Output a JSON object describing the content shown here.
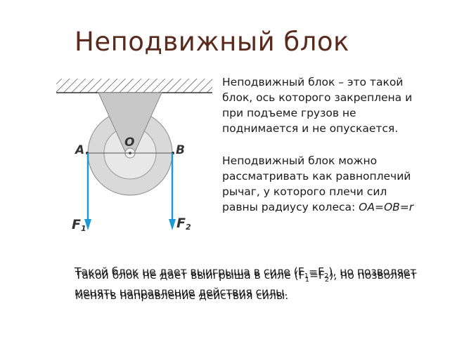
{
  "slide": {
    "title": "Неподвижный блок"
  },
  "diagram": {
    "label_o": "O",
    "label_a": "A",
    "label_b": "B",
    "label_f1": "F",
    "label_f1_sub": "1",
    "label_f2": "F",
    "label_f2_sub": "2",
    "colors": {
      "wheel_outer": "#d9d9d9",
      "wheel_inner": "#e8e8e8",
      "arrow": "#1a9ad6",
      "mount": "#c8c8c8"
    }
  },
  "text": {
    "para1": "Неподвижный блок – это такой блок, ось которого закреплена и при подъеме грузов не поднимается и не опускается.",
    "para2_prefix": "Неподвижный блок можно рассматривать как равноплечий рычаг, у которого плечи сил равны радиусу колеса: ",
    "para2_formula": "OA=OB=r"
  },
  "bottom": {
    "line_a": "Такой блок не дает выигрыша в силе (F",
    "line_a_mid": "1",
    "line_a_eq": "=F",
    "line_a_sub2": "2",
    "line_a_end": "), но позволяет менять направление действия силы.",
    "line_b": "Такой блок не дает выигрыша в силе (F",
    "line_b_mid": "1",
    "line_b_eq": "=F",
    "line_b_sub2": "2",
    "line_b_end": "), но позволяет менять направление действия силы."
  }
}
